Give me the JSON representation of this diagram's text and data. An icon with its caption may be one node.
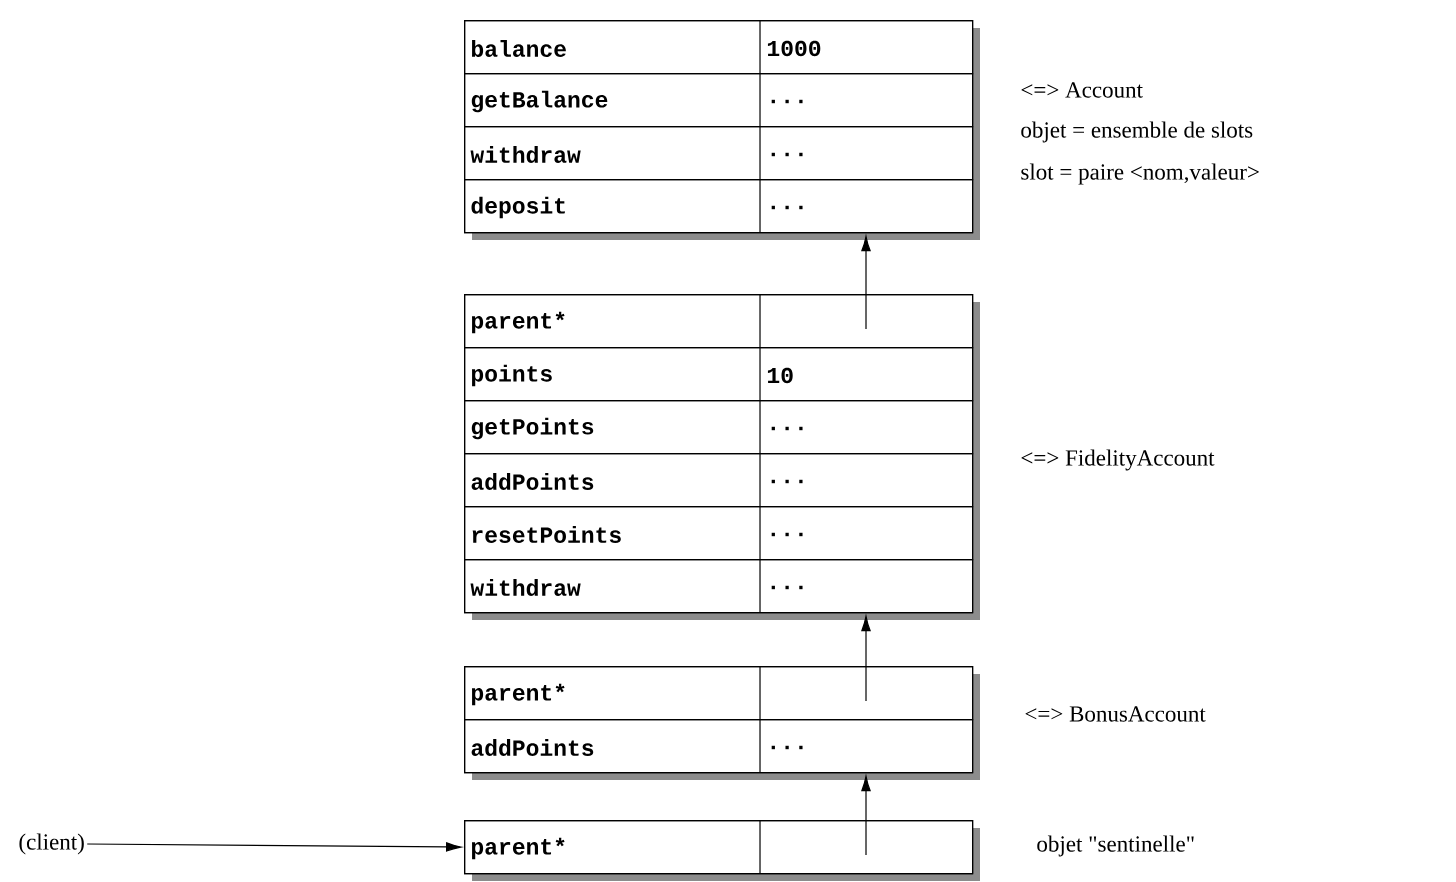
{
  "diagram": {
    "nodes": [
      {
        "text": [],
        "shape": "box",
        "beside": [
          "<=> Account"
        ]
      },
      {
        "text": [
          "balance",
          "1000"
        ],
        "in": 0
      },
      {
        "text": [
          "getBalance",
          "..."
        ],
        "in": 0
      },
      {
        "text": [
          "withdraw",
          "..."
        ],
        "in": 0
      },
      {
        "text": [
          "deposit",
          "..."
        ],
        "in": 0
      },
      {
        "text": [],
        "shape": "box",
        "beside": [
          "<=> FidelityAccount"
        ]
      },
      {
        "text": [
          "parent*"
        ],
        "in": 5
      },
      {
        "text": [
          "points",
          "10"
        ],
        "in": 5
      },
      {
        "text": [
          "getPoints",
          "..."
        ],
        "in": 5
      },
      {
        "text": [
          "addPoints",
          "..."
        ],
        "in": 5
      },
      {
        "text": [
          "resetPoints",
          "..."
        ],
        "in": 5
      },
      {
        "text": [
          "withdraw",
          "..."
        ],
        "in": 5
      },
      {
        "text": [],
        "shape": "box",
        "beside": [
          "<=> BonusAccount"
        ]
      },
      {
        "text": [
          "parent*"
        ],
        "in": 12
      },
      {
        "text": [
          "addPoints",
          "..."
        ],
        "in": 12
      },
      {
        "text": [],
        "shape": "box",
        "beside": [
          "objet \"sentinelle\""
        ]
      },
      {
        "text": [
          "parent*"
        ],
        "in": 15
      },
      {
        "text": [
          "(client)"
        ]
      }
    ],
    "edges": [
      {
        "from": 6,
        "to": 0,
        "arrow": "to"
      },
      {
        "from": 13,
        "to": 5,
        "arrow": "to"
      },
      {
        "from": 16,
        "to": 12,
        "arrow": "to"
      },
      {
        "from": 17,
        "to": 16,
        "arrow": "to"
      }
    ],
    "labels": [
      "objet = ensemble de slots",
      "slot = paire <nom,valeur>"
    ]
  }
}
